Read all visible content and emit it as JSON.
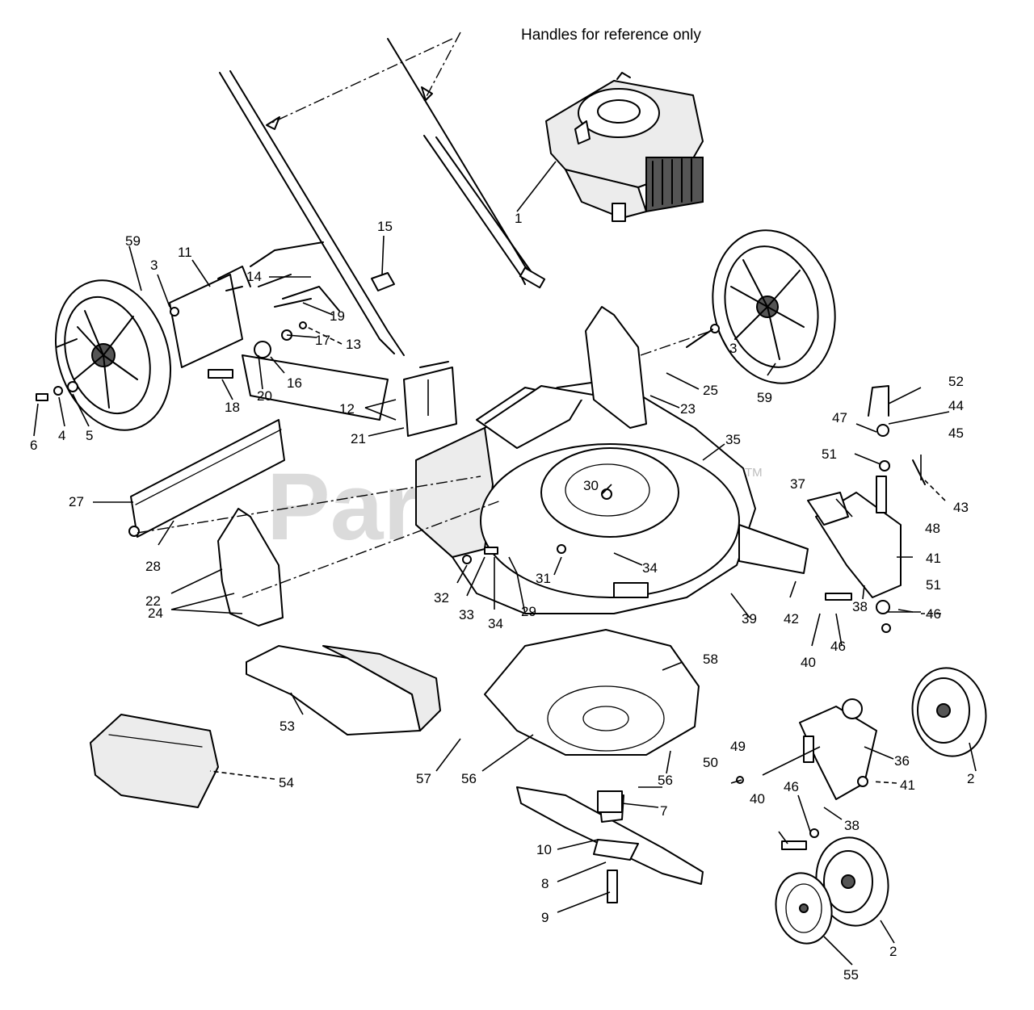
{
  "note": "Handles for reference only",
  "watermark": {
    "text": "PartsTree",
    "tm": "TM"
  },
  "callouts": {
    "c1": "1",
    "c2a": "2",
    "c2b": "2",
    "c3a": "3",
    "c3b": "3",
    "c4": "4",
    "c5": "5",
    "c6": "6",
    "c7": "7",
    "c8": "8",
    "c9": "9",
    "c10": "10",
    "c11": "11",
    "c12": "12",
    "c13": "13",
    "c14": "14",
    "c15": "15",
    "c16": "16",
    "c17": "17",
    "c18": "18",
    "c19": "19",
    "c20": "20",
    "c21": "21",
    "c22": "22",
    "c23": "23",
    "c24": "24",
    "c25": "25",
    "c27": "27",
    "c28": "28",
    "c29": "29",
    "c30": "30",
    "c31": "31",
    "c32": "32",
    "c33": "33",
    "c34a": "34",
    "c34b": "34",
    "c35": "35",
    "c36": "36",
    "c37": "37",
    "c38a": "38",
    "c38b": "38",
    "c39": "39",
    "c40a": "40",
    "c40b": "40",
    "c41a": "41",
    "c41b": "41",
    "c42": "42",
    "c43": "43",
    "c44": "44",
    "c45": "45",
    "c46a": "46",
    "c46b": "46",
    "c46c": "46",
    "c47": "47",
    "c48": "48",
    "c49": "49",
    "c50": "50",
    "c51a": "51",
    "c51b": "51",
    "c52": "52",
    "c53": "53",
    "c54": "54",
    "c55": "55",
    "c56a": "56",
    "c56b": "56",
    "c57": "57",
    "c58": "58",
    "c59a": "59",
    "c59b": "59"
  }
}
